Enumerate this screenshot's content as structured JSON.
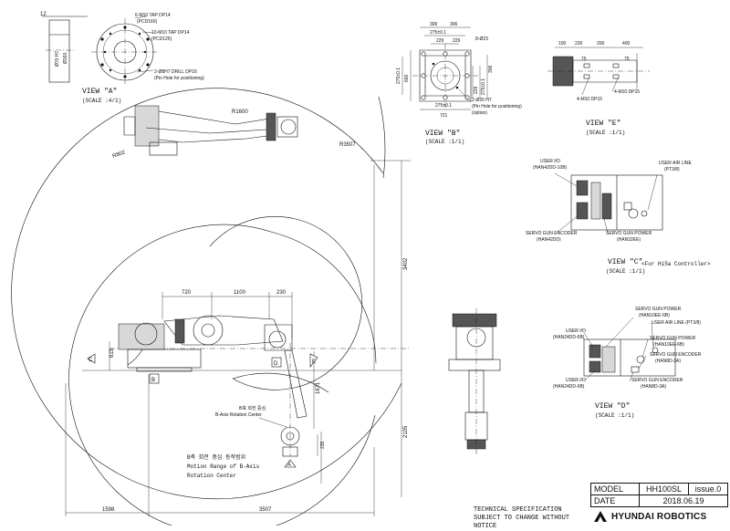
{
  "view_a": {
    "title": "VIEW \"A\"",
    "scale": "(SCALE :4/1)",
    "note1": "6-M10 TAP DP14",
    "note1b": "(PCD160)",
    "note2": "10-M10 TAP DP14",
    "note2b": "(PCD125)",
    "note3": "2-Ø8H7 DRILL DP16",
    "note3b": "(Pin Hole for positioning)",
    "dim_top": "12",
    "dim_a": "Ø70 H7",
    "dim_b": "Ø160"
  },
  "view_b": {
    "title": "VIEW \"B\"",
    "scale": "(SCALE :1/1)",
    "dims": [
      "306",
      "306",
      "275±0.1",
      "229",
      "229",
      "306",
      "229",
      "275±0.1",
      "721",
      "660",
      "275±0.1",
      "229",
      "275±0.1",
      "306"
    ],
    "note1": "8-Ø23",
    "note2": "2-Ø20 H7",
    "note2b": "(Pin Hole for positioning)",
    "note2c": "(option)"
  },
  "view_e": {
    "title": "VIEW \"E\"",
    "scale": "(SCALE :1/1)",
    "dims": [
      "100",
      "230",
      "200",
      "400",
      "75",
      "75"
    ],
    "note1": "4-M10 DP15"
  },
  "view_c": {
    "title": "VIEW \"C\"",
    "scale": "(SCALE :1/1)",
    "controller": "<For Hi5a Controller>",
    "user_io": "USER I/O",
    "user_io_part": "(HAN42DD-10B)",
    "air": "USER AIR LINE",
    "air_part": "(PT3/8)",
    "enc": "SERVO GUN ENCODER",
    "enc_part": "(HAN42DD)",
    "pwr": "SERVO GUN POWER",
    "pwr_part": "(HAN32EE)"
  },
  "view_d": {
    "title": "VIEW \"D\"",
    "scale": "(SCALE :1/1)",
    "servo_power": "SERVO GUN POWER",
    "servo_power_part": "(HAN10EE-6B)",
    "user_io": "USER I/O",
    "user_io_part": "(HAN24DD-6B)",
    "air": "USER AIR LINE (PT3/8)",
    "servo_power2": "SERVO GUN POWER",
    "servo_power2_part": "(HAN10EE-6B)",
    "enc": "SERVO GUN ENCODER",
    "enc_part": "(HAN8D-3A)",
    "user_io2": "USER I/O",
    "user_io2_part": "(HAN24DD-6B)",
    "enc2": "SERVO GUN ENCODER",
    "enc2_part": "(HAN8D-3A)"
  },
  "main": {
    "r1600": "R1600",
    "r3507": "R3507",
    "r802": "R802",
    "d720": "720",
    "d1100": "1100",
    "d230": "230",
    "d615": "615",
    "d1671": "1671",
    "d235": "235",
    "d3402": "3402",
    "d2105": "2105",
    "d1598": "1598",
    "d3507": "3507",
    "b_axis_kr": "B축 회전 중심",
    "b_axis_en": "B-Axis Rotation Center",
    "motion_kr": "B축 회전 중심 동작범위",
    "motion_en1": "Motion Range of B-Axis",
    "motion_en2": "Rotation Center",
    "labels": [
      "A",
      "B",
      "C",
      "D",
      "E"
    ]
  },
  "title_block": {
    "model_label": "MODEL",
    "model": "HH100SL",
    "issue": "issue.0",
    "date_label": "DATE",
    "date": "2018.06.19"
  },
  "notice": "TECHNICAL SPECIFICATION SUBJECT TO CHANGE WITHOUT NOTICE",
  "brand": "HYUNDAI ROBOTICS"
}
